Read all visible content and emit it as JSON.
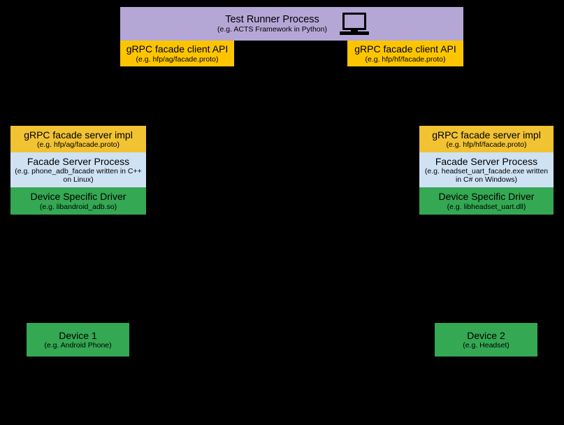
{
  "diagram": {
    "background_color": "#000000",
    "palette": {
      "purple": "#b4a7d6",
      "gold": "#f1c232",
      "amber": "#fdc500",
      "light_blue": "#cfe2f3",
      "green": "#34a853",
      "text": "#000000"
    }
  },
  "test_runner": {
    "title": "Test Runner Process",
    "subtitle": "(e.g. ACTS Framework in Python)",
    "icon": "laptop-icon"
  },
  "client_apis": {
    "left": {
      "title": "gRPC facade client API",
      "subtitle": "(e.g. hfp/ag/facade.proto)"
    },
    "right": {
      "title": "gRPC facade client API",
      "subtitle": "(e.g. hfp/hf/facade.proto)"
    }
  },
  "left_stack": {
    "server_impl": {
      "title": "gRPC facade server impl",
      "subtitle": "(e.g. hfp/ag/facade.proto)"
    },
    "facade_process": {
      "title": "Facade Server Process",
      "subtitle": "(e.g. phone_adb_facade written in C++ on Linux)"
    },
    "driver": {
      "title": "Device Specific Driver",
      "subtitle": "(e.g. libandroid_adb.so)"
    }
  },
  "right_stack": {
    "server_impl": {
      "title": "gRPC facade server impl",
      "subtitle": "(e.g. hfp/hf/facade.proto)"
    },
    "facade_process": {
      "title": "Facade Server Process",
      "subtitle": "(e.g. headset_uart_facade.exe written in C# on Windows)"
    },
    "driver": {
      "title": "Device Specific Driver",
      "subtitle": "(e.g. libheadset_uart.dll)"
    }
  },
  "devices": {
    "left": {
      "title": "Device 1",
      "subtitle": "(e.g. Android Phone)"
    },
    "right": {
      "title": "Device 2",
      "subtitle": "(e.g. Headset)"
    }
  }
}
